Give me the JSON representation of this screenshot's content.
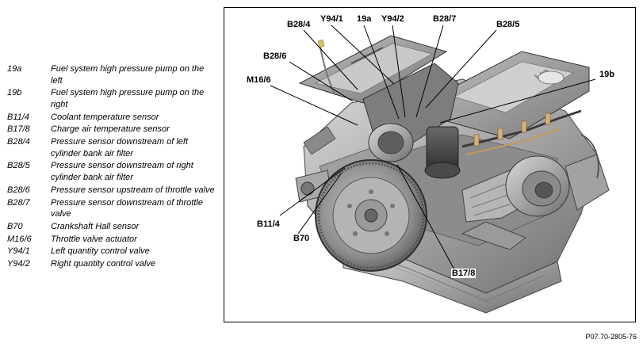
{
  "legend": [
    {
      "code": "19a",
      "desc": "Fuel system high pressure pump on the left"
    },
    {
      "code": "19b",
      "desc": "Fuel system high pressure pump on the right"
    },
    {
      "code": "B11/4",
      "desc": "Coolant temperature sensor"
    },
    {
      "code": "B17/8",
      "desc": "Charge air temperature sensor"
    },
    {
      "code": "B28/4",
      "desc": "Pressure sensor downstream of left cylinder bank air filter"
    },
    {
      "code": "B28/5",
      "desc": "Pressure sensor downstream of right cylinder bank air filter"
    },
    {
      "code": "B28/6",
      "desc": "Pressure sensor upstream of throttle valve"
    },
    {
      "code": "B28/7",
      "desc": "Pressure sensor downstream of throttle valve"
    },
    {
      "code": "B70",
      "desc": "Crankshaft Hall sensor"
    },
    {
      "code": "M16/6",
      "desc": "Throttle valve actuator"
    },
    {
      "code": "Y94/1",
      "desc": "Left quantity control valve"
    },
    {
      "code": "Y94/2",
      "desc": "Right quantity control valve"
    }
  ],
  "callouts": {
    "b28_4": "B28/4",
    "y94_1": "Y94/1",
    "c19a": "19a",
    "y94_2": "Y94/2",
    "b28_7": "B28/7",
    "b28_5": "B28/5",
    "b28_6": "B28/6",
    "m16_6": "M16/6",
    "c19b": "19b",
    "b11_4": "B11/4",
    "b70": "B70",
    "b17_8": "B17/8"
  },
  "figure_ref": "P07.70-2805-76"
}
